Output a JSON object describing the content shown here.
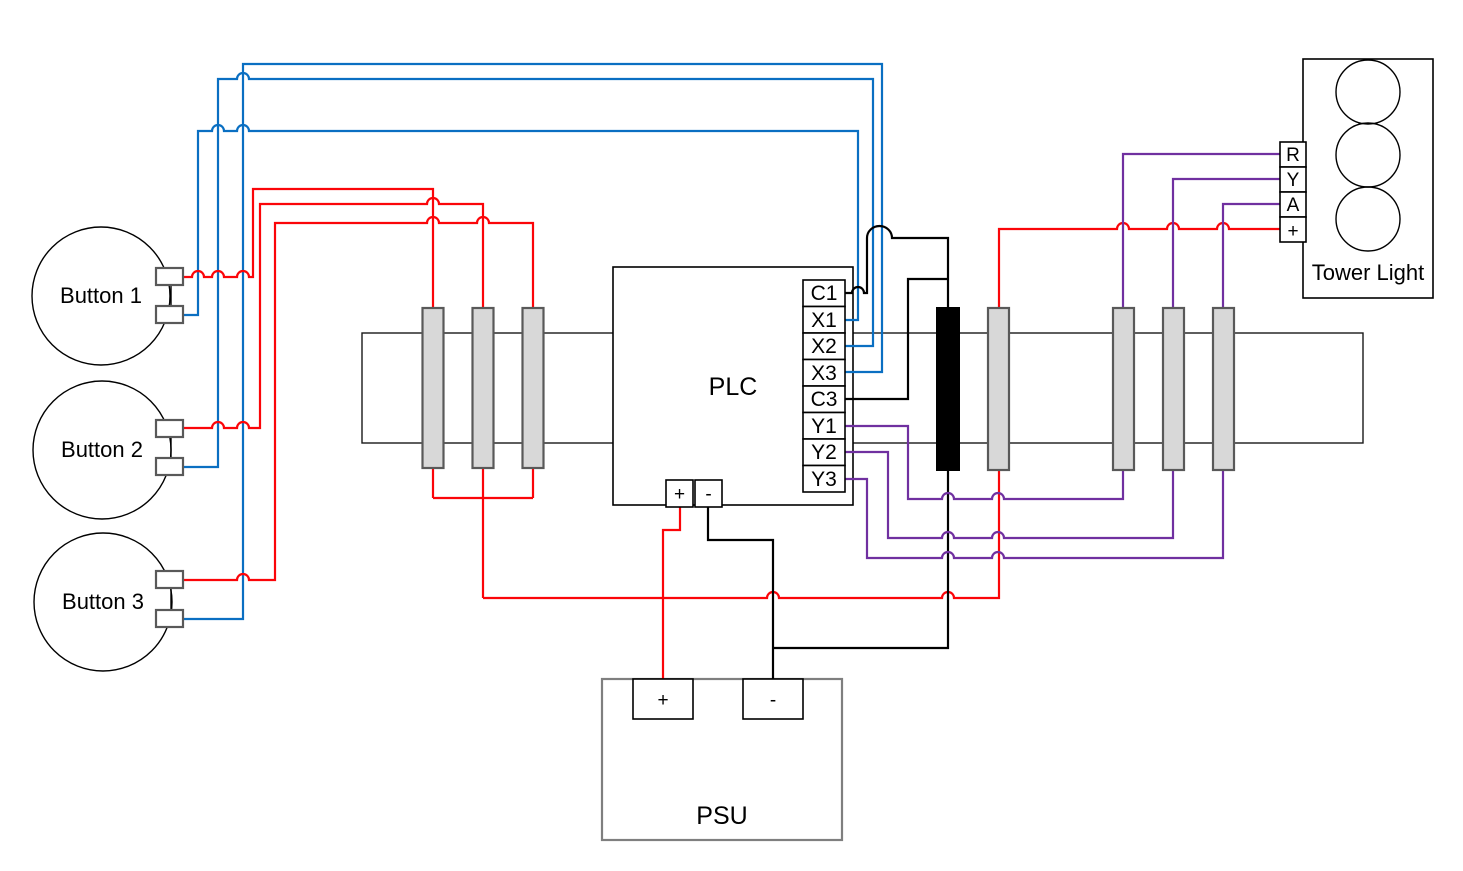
{
  "colors": {
    "canvas": "#ffffff",
    "wire_red": "#fb0509",
    "wire_blue": "#0a6fc2",
    "wire_purple": "#7030a0",
    "wire_black": "#000000",
    "gland_fill": "#d8d8d8",
    "gland_border": "#595959",
    "box_border": "#595959",
    "psu_border": "#7f7f7f"
  },
  "buttons": [
    {
      "label": "Button 1"
    },
    {
      "label": "Button 2"
    },
    {
      "label": "Button 3"
    }
  ],
  "plc": {
    "label": "PLC",
    "terminals": [
      "C1",
      "X1",
      "X2",
      "X3",
      "C3",
      "Y1",
      "Y2",
      "Y3"
    ],
    "power_terminals": [
      "+",
      "-"
    ]
  },
  "psu": {
    "label": "PSU",
    "terminals": [
      "+",
      "-"
    ]
  },
  "tower_light": {
    "label": "Tower Light",
    "terminals": [
      "R",
      "Y",
      "A",
      "+"
    ],
    "lamps": 3
  },
  "cable_glands": {
    "left_count": 3,
    "right_count": 3,
    "mid_black_splice": 1,
    "mid_gray": 1
  },
  "connections": [
    {
      "from": "Button 1",
      "to": "PLC X1",
      "color": "blue"
    },
    {
      "from": "Button 2",
      "to": "PLC X2",
      "color": "blue"
    },
    {
      "from": "Button 3",
      "to": "PLC X3",
      "color": "blue"
    },
    {
      "from": "Button commons (via left glands)",
      "to": "Tower Light +",
      "color": "red"
    },
    {
      "from": "PLC +",
      "to": "PSU +",
      "color": "red"
    },
    {
      "from": "PLC -",
      "to": "PSU -",
      "color": "black"
    },
    {
      "from": "PLC C1",
      "to": "black splice bar",
      "color": "black"
    },
    {
      "from": "PLC C3",
      "to": "black splice bar",
      "color": "black"
    },
    {
      "from": "black splice bar",
      "to": "PSU - wire",
      "color": "black"
    },
    {
      "from": "PLC Y1",
      "to": "Tower Light R",
      "color": "purple"
    },
    {
      "from": "PLC Y2",
      "to": "Tower Light Y",
      "color": "purple"
    },
    {
      "from": "PLC Y3",
      "to": "Tower Light A",
      "color": "purple"
    }
  ]
}
